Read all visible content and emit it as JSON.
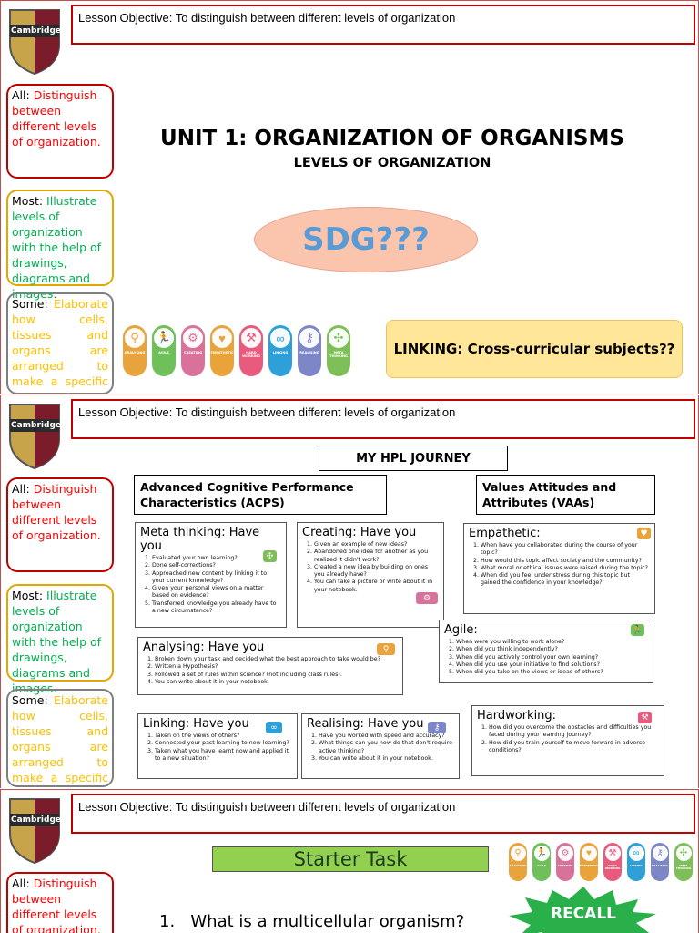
{
  "brand": {
    "name": "Cambridge",
    "shield_colors": [
      "#7b1c2a",
      "#c7a34a"
    ]
  },
  "lesson_objective": "Lesson Objective:  To distinguish between different levels of organization",
  "outcomes": {
    "all": {
      "lead": "All:",
      "text": "Distinguish between different levels of organization."
    },
    "most": {
      "lead": "Most:",
      "text": "Illustrate levels of organization with the help of drawings, diagrams and images."
    },
    "some": {
      "lead": "Some:",
      "text": "Elaborate how cells, tissues and organs are arranged to make a specific organ system."
    }
  },
  "slide1": {
    "title": "UNIT 1: ORGANIZATION OF ORGANISMS",
    "subtitle": "LEVELS OF ORGANIZATION",
    "sdg": "SDG???",
    "linking": "LINKING: Cross-curricular subjects??"
  },
  "hpl_pills": [
    {
      "label": "ANALYSING",
      "color": "#e8a33d",
      "icon": "magnifier-icon",
      "glyph": "⚲"
    },
    {
      "label": "AGILE",
      "color": "#6fbf5a",
      "icon": "running-figure-icon",
      "glyph": "🏃"
    },
    {
      "label": "CREATING",
      "color": "#d8729a",
      "icon": "bicycle-icon",
      "glyph": "⚙"
    },
    {
      "label": "EMPATHETIC",
      "color": "#e9a33b",
      "icon": "heart-icon",
      "glyph": "♥"
    },
    {
      "label": "HARD WORKING",
      "color": "#e85b7d",
      "icon": "pickaxe-icon",
      "glyph": "⚒"
    },
    {
      "label": "LINKING",
      "color": "#2f9fd8",
      "icon": "chain-link-icon",
      "glyph": "∞"
    },
    {
      "label": "REALISING",
      "color": "#7d86c6",
      "icon": "key-icon",
      "glyph": "⚷"
    },
    {
      "label": "META THINKING",
      "color": "#7fbf5a",
      "icon": "puzzle-icon",
      "glyph": "✣"
    }
  ],
  "slide2": {
    "journey_title": "MY HPL JOURNEY",
    "acps": "Advanced Cognitive Performance Characteristics (ACPS)",
    "vaas": "Values Attitudes and Attributes (VAAs)",
    "cards": {
      "meta": {
        "title": "Meta thinking: Have you",
        "items": [
          "Evaluated your own learning?",
          "Done self-corrections?",
          "Approached new content by linking it to your current knowledge?",
          "Given your personal views on a matter based on evidence?",
          "Transferred knowledge you already have to a new circumstance?"
        ]
      },
      "creating": {
        "title": "Creating: Have you",
        "items": [
          "Given an example of new ideas?",
          "Abandoned one idea for another as you realized it didn't work?",
          "Created a new idea by building on ones you already have?",
          "You can take a picture or write about it in your notebook."
        ]
      },
      "empathetic": {
        "title": "Empathetic:",
        "items": [
          "When have you collaborated during the course of your topic?",
          "How would this topic affect society and the community?",
          "What moral or ethical issues were raised during the topic?",
          "When did you feel under stress during this topic but gained the confidence in your knowledge?"
        ]
      },
      "agile": {
        "title": "Agile:",
        "items": [
          "When were you willing to work alone?",
          "When did you think independently?",
          "When did you actively control your own learning?",
          "When did you use your initiative to find solutions?",
          "When did you take on the views or ideas of others?"
        ]
      },
      "analysing": {
        "title": "Analysing: Have you",
        "items": [
          "Broken down your task and decided what the best approach to take would be?",
          "Written a Hypothesis?",
          "Followed a set of rules within science? (not including class rules).",
          "You can write about it in your notebook."
        ]
      },
      "linking": {
        "title": "Linking: Have you",
        "items": [
          "Taken on the views of others?",
          "Connected your past learning to new learning?",
          "Taken what you have learnt now and applied it to a new situation?"
        ]
      },
      "realising": {
        "title": "Realising: Have you",
        "items": [
          "Have you worked with speed and accuracy?",
          "What things can you now do that don't require active thinking?",
          "You can write about it in your notebook."
        ]
      },
      "hardworking": {
        "title": "Hardworking:",
        "items": [
          "How did you overcome the obstacles and difficulties you faced during your learning journey?",
          "How did you train yourself to move forward in adverse conditions?"
        ]
      }
    }
  },
  "slide3": {
    "starter": "Starter Task",
    "question_number": "1.",
    "question": "What is a multicellular organism?",
    "recall": "RECALL"
  }
}
